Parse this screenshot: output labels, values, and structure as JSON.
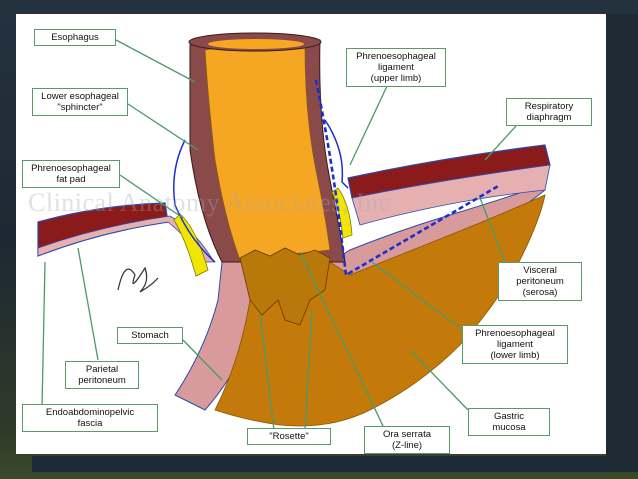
{
  "labels": {
    "esophagus": "Esophagus",
    "lower_sphincter": "Lower esophageal\n\"sphincter\"",
    "pe_fat_pad": "Phrenoesophageal\nfat pad",
    "pe_ligament_upper": "Phrenoesophageal\nligament\n(upper limb)",
    "resp_diaphragm": "Respiratory\ndiaphragm",
    "visceral_peritoneum": "Visceral\nperitoneum\n(serosa)",
    "pe_ligament_lower": "Phrenoesophageal\nligament\n(lower limb)",
    "stomach": "Stomach",
    "parietal_peritoneum": "Parietal\nperitoneum",
    "endoabdominopelvic": "Endoabdominopelvic\nfascia",
    "rosette": "\"Rosette\"",
    "ora_serrata": "Ora serrata\n(Z-line)",
    "gastric_mucosa": "Gastric\nmucosa"
  },
  "watermark": "Clinical Anatomy Associates, Inc",
  "colors": {
    "esophagus_lumen": "#f5a623",
    "esophagus_wall": "#8a4a4a",
    "diaphragm": "#8b1a1a",
    "gastric_mucosa": "#c47a0a",
    "stomach_wall": "#d89a9a",
    "fat_pad": "#f2e600",
    "ligament": "#1a2fd0",
    "leader": "#4a9a6a"
  }
}
